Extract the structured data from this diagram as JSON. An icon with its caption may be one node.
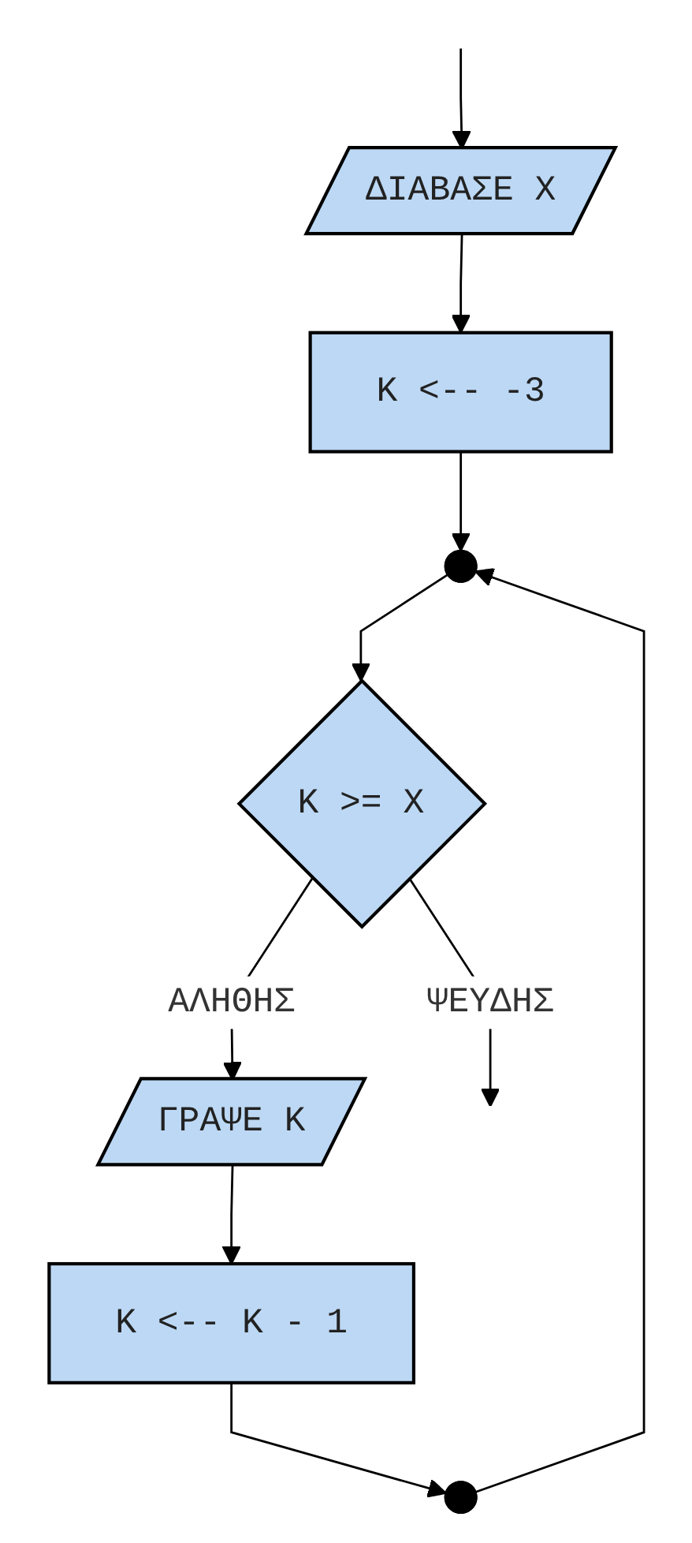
{
  "diagram": {
    "nodes": [
      {
        "text": [
          "ΔΙΑΒΑΣΕ Χ"
        ]
      },
      {
        "text": [
          "Κ <-- -3"
        ]
      },
      {
        "text": [],
        "shape": "circle"
      },
      {
        "text": [
          "Κ >= Χ"
        ]
      },
      {
        "text": [
          "ΓΡΑΨΕ Κ"
        ]
      },
      {
        "text": [
          "Κ <-- Κ - 1"
        ]
      },
      {
        "text": [],
        "shape": "circle"
      }
    ],
    "edges": [
      {
        "from": null,
        "to": 0,
        "arrow": "to"
      },
      {
        "from": 0,
        "to": 1,
        "arrow": "to"
      },
      {
        "from": 1,
        "to": 2,
        "arrow": "to"
      },
      {
        "from": 2,
        "to": 3,
        "arrow": "to"
      },
      {
        "from": 3,
        "to": 4,
        "arrow": "to",
        "label": "ΑΛΗΘΗΣ"
      },
      {
        "from": 4,
        "to": 5,
        "arrow": "to"
      },
      {
        "from": 5,
        "to": 6,
        "arrow": "to"
      },
      {
        "from": 6,
        "to": 2,
        "arrow": "to"
      },
      {
        "from": 3,
        "to": null,
        "arrow": "to",
        "label": "ΨΕΥΔΗΣ"
      }
    ]
  }
}
